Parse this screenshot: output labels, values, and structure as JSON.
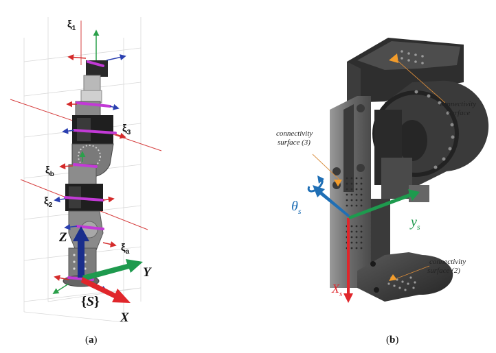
{
  "panel_a": {
    "caption_open": "(",
    "caption_letter": "a",
    "caption_close": ")",
    "labels": {
      "xi1_base": "ξ",
      "xi1_sub": "1",
      "xi3_base": "ξ",
      "xi3_sub": "3",
      "xib_base": "ξ",
      "xib_sub": "b",
      "xi2_base": "ξ",
      "xi2_sub": "2",
      "xia_base": "ξ",
      "xia_sub": "a",
      "axis_z": "Z",
      "axis_y": "Y",
      "axis_x": "X",
      "frame_open": "{",
      "frame_s": "S",
      "frame_close": "}"
    }
  },
  "panel_b": {
    "caption_open": "(",
    "caption_letter": "b",
    "caption_close": ")",
    "labels": {
      "conn_surface_top_l1": "connectivity",
      "conn_surface_top_l2": "surface",
      "conn_surface_3_l1": "connectivity",
      "conn_surface_3_l2": "surface (3)",
      "conn_surface_2_l1": "connectivity",
      "conn_surface_2_l2": "surface (2)",
      "theta_base": "θ",
      "theta_sub": "s",
      "y_base": "y",
      "y_sub": "s",
      "x_base": "X",
      "x_sub": "s"
    }
  },
  "colors": {
    "axis_red": "#e0262b",
    "axis_green": "#1e9a4e",
    "axis_blue": "#1a2e8c",
    "theta_blue": "#1f6fb5",
    "arrow_orange": "#f39c2a",
    "joint_magenta": "#c23ad6",
    "part_dark": "#2b2b2b",
    "part_gray": "#6e6e6e"
  }
}
